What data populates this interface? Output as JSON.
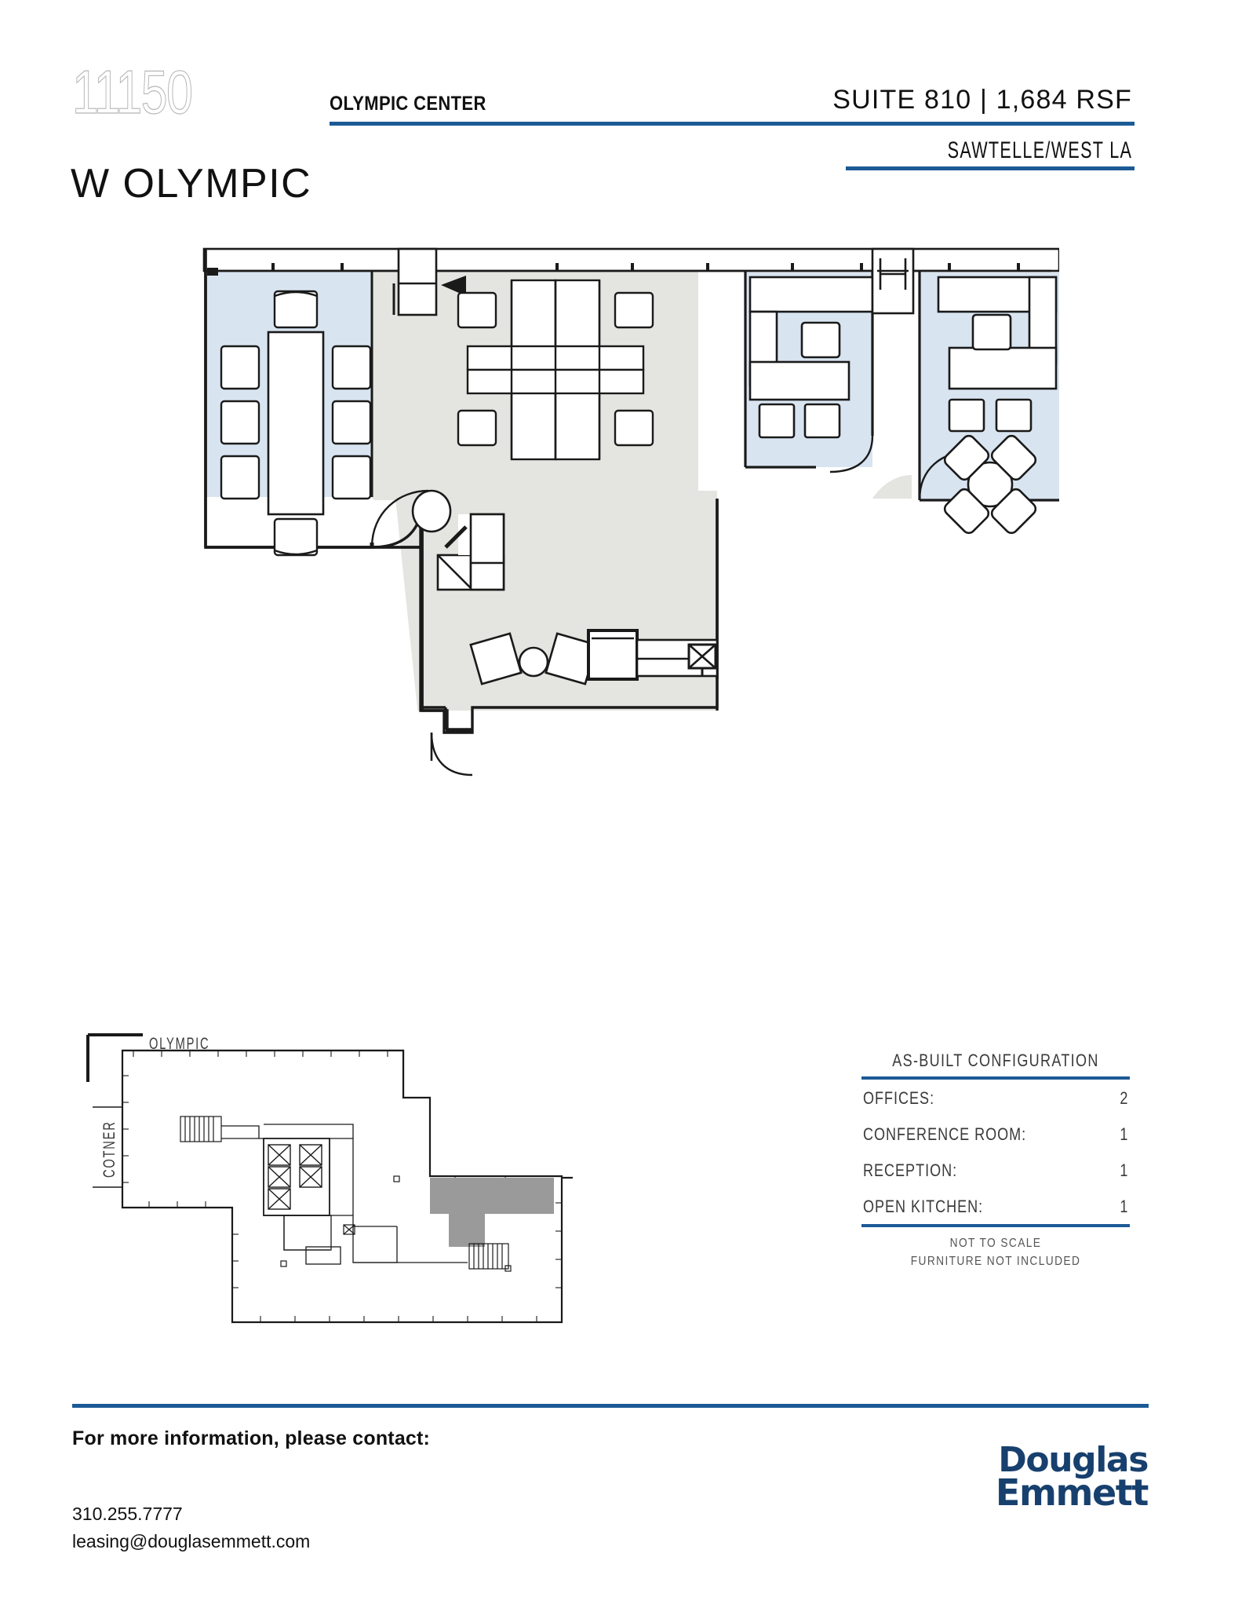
{
  "header": {
    "building_number": "11150",
    "building_name": "W OLYMPIC",
    "center_name": "OLYMPIC CENTER",
    "suite_line": "SUITE 810  |  1,684 RSF",
    "submarket": "SAWTELLE/WEST LA",
    "accent_color": "#1c5a96"
  },
  "floorplan": {
    "room_fill_office": "#d8e4f0",
    "room_fill_open": "#e4e4e0",
    "wall_color": "#1a1a1a",
    "rooms": [
      {
        "name": "conference-room",
        "seats": 8,
        "table": "rectangular"
      },
      {
        "name": "open-workstations",
        "stations": 4
      },
      {
        "name": "office-1",
        "desk": 1,
        "guest_chairs": 2
      },
      {
        "name": "office-2",
        "desk": 1,
        "guest_chairs": 2,
        "round_table_seats": 4
      },
      {
        "name": "reception",
        "desk": 1,
        "chair": 1
      },
      {
        "name": "open-kitchen",
        "lounge_chairs": 2,
        "refrigerator": 1,
        "sink": 1
      }
    ]
  },
  "keyplan": {
    "street_top": "OLYMPIC",
    "street_left": "COTNER",
    "highlight_color": "#9a9a9a"
  },
  "config": {
    "title": "AS-BUILT CONFIGURATION",
    "rows": [
      {
        "label": "OFFICES:",
        "value": "2"
      },
      {
        "label": "CONFERENCE ROOM:",
        "value": "1"
      },
      {
        "label": "RECEPTION:",
        "value": "1"
      },
      {
        "label": "OPEN KITCHEN:",
        "value": "1"
      }
    ],
    "note_line_1": "NOT TO SCALE",
    "note_line_2": "FURNITURE NOT INCLUDED"
  },
  "footer": {
    "contact_heading": "For more information, please contact:",
    "phone": "310.255.7777",
    "email": "leasing@douglasemmett.com",
    "logo_line1": "Douglas",
    "logo_line2": "Emmett",
    "logo_color": "#17406e"
  }
}
